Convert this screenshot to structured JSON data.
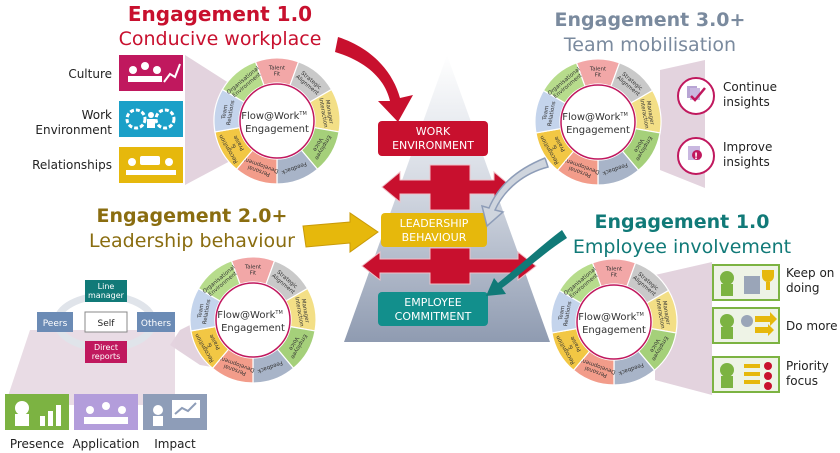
{
  "colors": {
    "red": "#c8102e",
    "magenta": "#c0185e",
    "blue": "#1ba0c8",
    "yellow": "#e6b80c",
    "gold": "#8a6d10",
    "grey": "#7a8a9e",
    "teal": "#117a78",
    "green": "#7cb342",
    "purple": "#b39ddb",
    "slate": "#8e9db8"
  },
  "e1": {
    "title": "Engagement 1.0",
    "subtitle": "Conducive workplace"
  },
  "e2": {
    "title": "Engagement 2.0+",
    "subtitle": "Leadership behaviour"
  },
  "e3": {
    "title": "Engagement 3.0+",
    "subtitle": "Team mobilisation"
  },
  "e4": {
    "title": "Engagement 1.0",
    "subtitle": "Employee involvement"
  },
  "wheel": {
    "center_line1": "Flow@Work",
    "center_tm": "TM",
    "center_line2": "Engagement",
    "segments": [
      {
        "label": "Talent Fit",
        "color": "#f2a7a7"
      },
      {
        "label": "Strategic Alignment",
        "color": "#c9c9c9"
      },
      {
        "label": "Manager Interaction",
        "color": "#f3df86"
      },
      {
        "label": "Employee Voice",
        "color": "#a5d07a"
      },
      {
        "label": "Feedback",
        "color": "#a8b4c8"
      },
      {
        "label": "Personal Development",
        "color": "#f29c8a"
      },
      {
        "label": "Recognition & Praise",
        "color": "#f2c744"
      },
      {
        "label": "Team Relations",
        "color": "#c4d4ec"
      },
      {
        "label": "Organisational Environment",
        "color": "#b7dc8c"
      }
    ]
  },
  "e1_items": [
    "Culture",
    "Work Environment",
    "Relationships"
  ],
  "e1_icons": [
    "culture-icon",
    "work-environment-icon",
    "relationships-icon"
  ],
  "pyramid": {
    "top": "WORK ENVIRONMENT",
    "middle": "LEADERSHIP BEHAVIOUR",
    "bottom": "EMPLOYEE COMMITMENT"
  },
  "feedback360": {
    "line_manager": "Line manager",
    "peers": "Peers",
    "self": "Self",
    "others": "Others",
    "direct_reports": "Direct reports"
  },
  "e2_items": [
    "Presence",
    "Application",
    "Impact"
  ],
  "e3_items": [
    "Continue insights",
    "Improve insights"
  ],
  "e4_items": [
    "Keep on doing",
    "Do more",
    "Priority focus"
  ]
}
